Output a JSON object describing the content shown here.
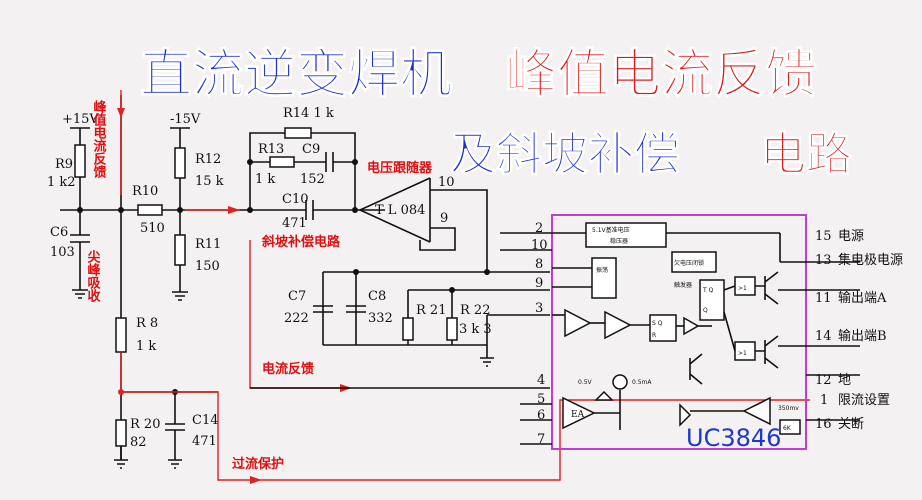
{
  "title": {
    "line1_blue": "直流逆变焊机",
    "line1_red": "峰值电流反馈",
    "line2_blue": "及斜坡补偿",
    "line2_red": "电路",
    "color_blue": "#1a2fd6",
    "color_red": "#e01818"
  },
  "supply": {
    "pos": "+15V",
    "neg": "-15V"
  },
  "components": {
    "r9": "R9",
    "r9_val": "1 k2",
    "c6": "C6",
    "c6_val": "103",
    "r10": "R10",
    "r10_val": "510",
    "r12": "R12",
    "r12_val": "15 k",
    "r11": "R11",
    "r11_val": "150",
    "r14": "R14  1 k",
    "r13": "R13",
    "r13_val": "1 k",
    "c9": "C9",
    "c9_val": "152",
    "c10": "C10",
    "c10_val": "471",
    "opamp": "T L 084",
    "c7": "C7",
    "c7_val": "222",
    "c8": "C8",
    "c8_val": "332",
    "r21": "R 21",
    "r22": "R 22",
    "r22_val": "3 k 3",
    "r8": "R 8",
    "r8_val": "1 k",
    "r20": "R 20",
    "r20_val": "82",
    "c14": "C14",
    "c14_val": "471"
  },
  "annotations": {
    "peak_feedback": "峰值电流反馈",
    "peak_absorb": "尖峰吸收",
    "voltage_follower": "电压跟随器",
    "slope_comp": "斜坡补偿电路",
    "current_feedback": "电流反馈",
    "overcurrent": "过流保护"
  },
  "opamp_pins": {
    "out": "10",
    "in": "9"
  },
  "ic": {
    "name": "UC3846",
    "ref_block": "5.1V基准电压\n稳压器",
    "oscillator": "振荡",
    "uvlo": "欠电压闭锁",
    "trigger": "触发器",
    "v05": "0.5V",
    "i05": "0.5mA",
    "ea": "EA",
    "v350": "350mv",
    "k6": "6K",
    "pins_left": [
      "2",
      "10",
      "8",
      "9",
      "3",
      "4",
      "5",
      "6",
      "7"
    ],
    "pins_right": [
      {
        "num": "15",
        "label": "电源"
      },
      {
        "num": "13",
        "label": "集电极电源"
      },
      {
        "num": "11",
        "label": "输出端A"
      },
      {
        "num": "14",
        "label": "输出端B"
      },
      {
        "num": "12",
        "label": "地"
      },
      {
        "num": "1",
        "label": "限流设置"
      },
      {
        "num": "16",
        "label": "关断"
      }
    ]
  }
}
